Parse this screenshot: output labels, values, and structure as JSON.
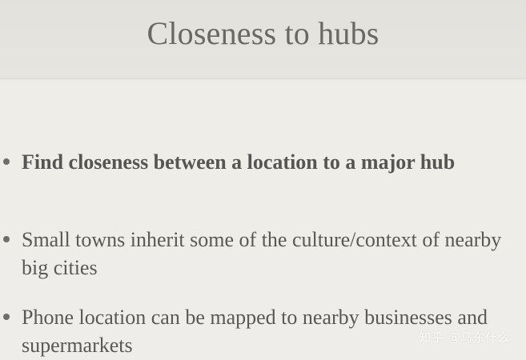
{
  "slide": {
    "title": "Closeness to hubs",
    "bullets": [
      {
        "text": "Find closeness between a location to a major hub",
        "bold": true
      },
      {
        "text": "Small towns inherit some of the culture/context of nearby big cities",
        "bold": false
      },
      {
        "text": "Phone location can be mapped to nearby businesses and supermarkets",
        "bold": false
      }
    ],
    "watermark": "知乎 @马东什么"
  }
}
